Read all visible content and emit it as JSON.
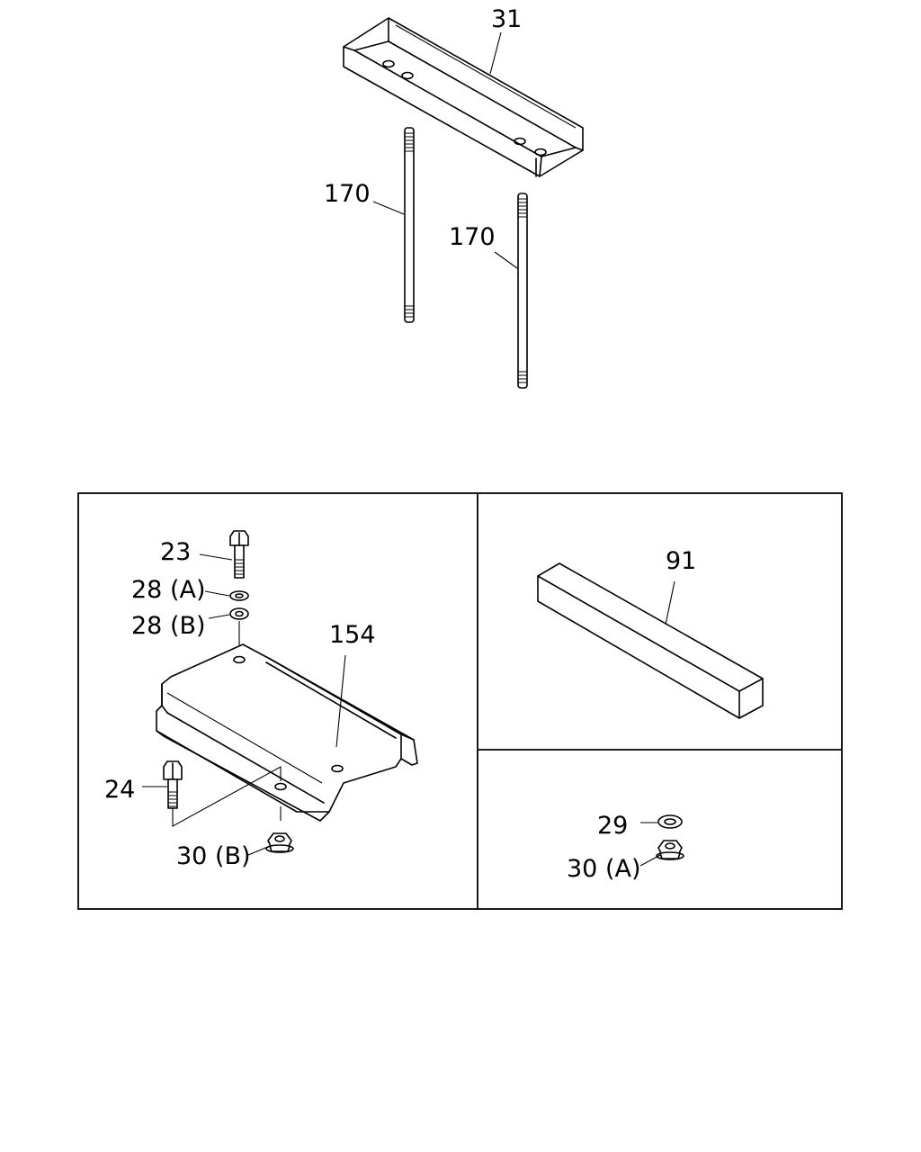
{
  "callouts": {
    "bracket": "31",
    "stud_left": "170",
    "stud_right": "170",
    "bolt_top": "23",
    "washer_a": "28 (A)",
    "washer_b": "28 (B)",
    "plate": "154",
    "bolt_bottom": "24",
    "nut_b": "30 (B)",
    "block": "91",
    "washer_29": "29",
    "nut_a": "30 (A)"
  }
}
